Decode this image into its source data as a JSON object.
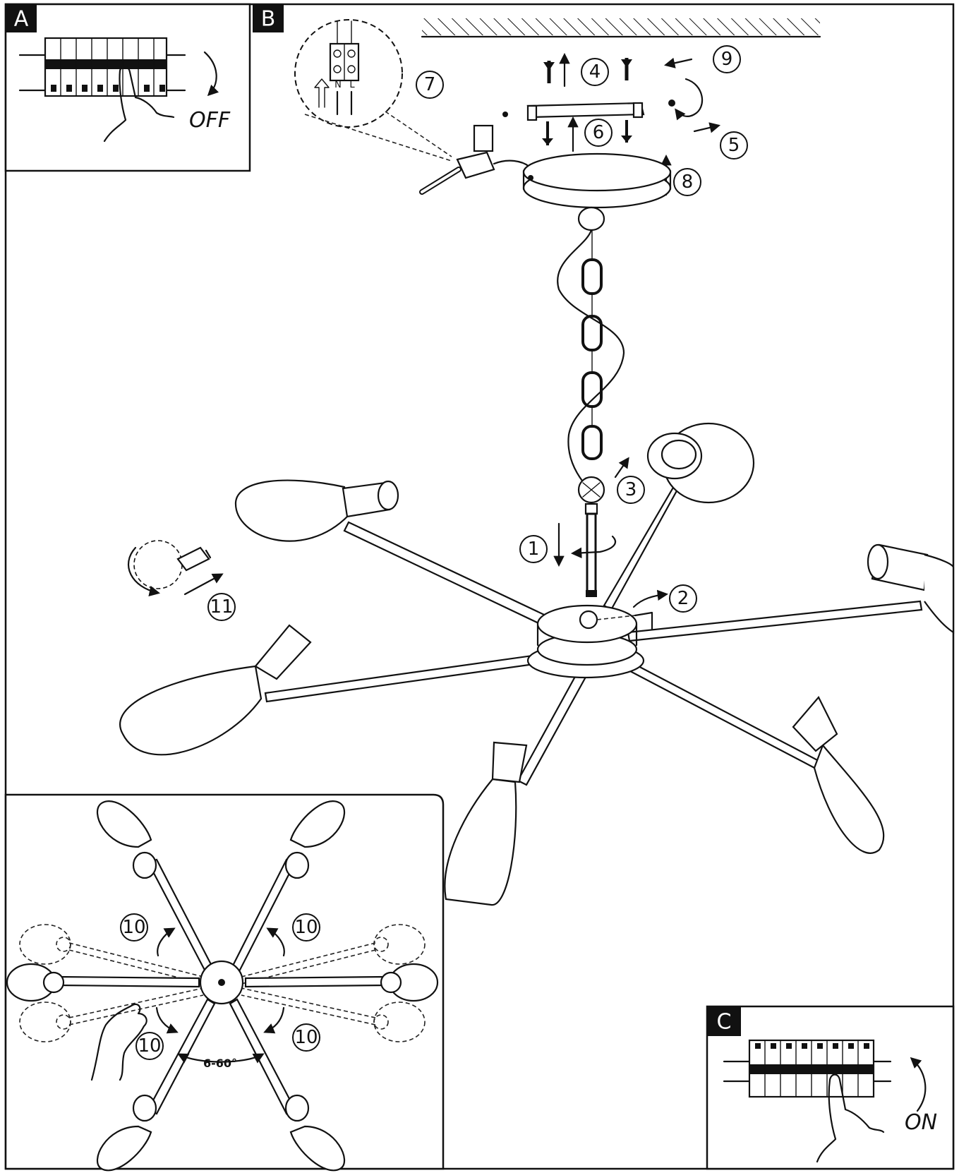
{
  "panels": {
    "a": {
      "tag": "A",
      "state": "OFF"
    },
    "b": {
      "tag": "B"
    },
    "c": {
      "tag": "C",
      "state": "ON"
    }
  },
  "steps": {
    "s1": "1",
    "s2": "2",
    "s3": "3",
    "s4": "4",
    "s5": "5",
    "s6": "6",
    "s7": "7",
    "s8": "8",
    "s9": "9",
    "s10": "10",
    "s11": "11"
  },
  "terminal_labels": {
    "neutral": "N",
    "live": "L"
  },
  "arm_angle_label": "6-60°"
}
